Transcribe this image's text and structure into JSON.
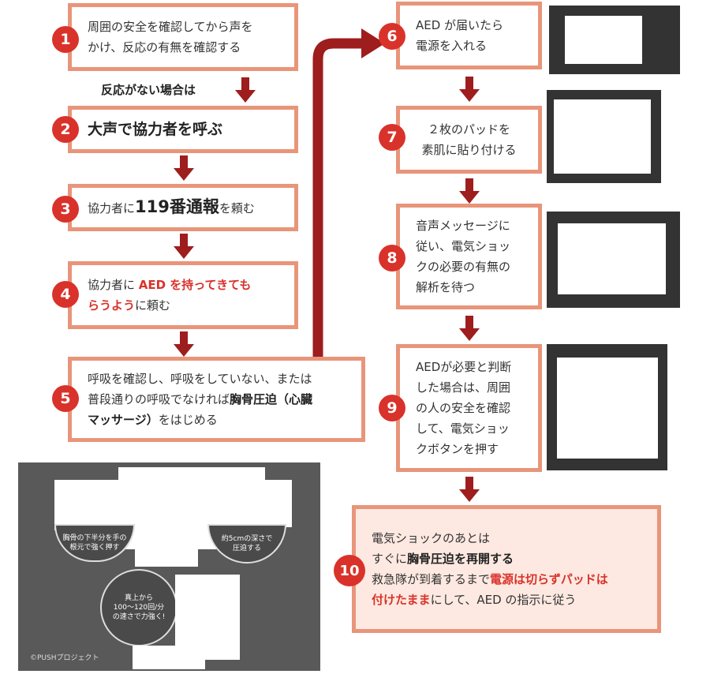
{
  "steps": [
    {
      "n": "1",
      "l1": "周囲の安全を確認してから声を",
      "l2": "かけ、反応の有無を確認する"
    },
    {
      "n": "2",
      "text": "大声で協力者を呼ぶ"
    },
    {
      "n": "3",
      "pre": "協力者に",
      "bold": "119番通報",
      "post": "を頼む"
    },
    {
      "n": "4",
      "pre": "協力者に ",
      "hl1": "AED を持ってきても",
      "hl2": "らうよう",
      "post": "に頼む"
    },
    {
      "n": "5",
      "l1": "呼吸を確認し、呼吸をしていない、または",
      "l2pre": "普段通りの呼吸でなければ",
      "l2bold": "胸骨圧迫（心臓",
      "l3bold": "マッサージ）",
      "l3post": "をはじめる"
    },
    {
      "n": "6",
      "l1": "AED が届いたら",
      "l2": "電源を入れる"
    },
    {
      "n": "7",
      "l1": "２枚のパッドを",
      "l2": "素肌に貼り付ける"
    },
    {
      "n": "8",
      "l1": "音声メッセージに",
      "l2": "従い、電気ショッ",
      "l3": "クの必要の有無の",
      "l4": "解析を待つ"
    },
    {
      "n": "9",
      "l1": "AEDが必要と判断",
      "l2": "した場合は、周囲",
      "l3": "の人の安全を確認",
      "l4": "して、電気ショッ",
      "l5": "クボタンを押す"
    },
    {
      "n": "10",
      "l1": "電気ショックのあとは",
      "l2pre": "すぐに",
      "l2bold": "胸骨圧迫を再開する",
      "l3pre": "救急隊が到着するまで",
      "l3hl": "電源は切らずパッドは",
      "l4hl": "付けたまま",
      "l4post": "にして、AED の指示に従う"
    }
  ],
  "no_response_label": "反応がない場合は",
  "illustration": {
    "bubble_left_l1": "胸骨の下半分を手の",
    "bubble_left_l2": "根元で強く押す",
    "bubble_right_pre": "約",
    "bubble_right_num": "5cm",
    "bubble_right_post": "の深さで",
    "bubble_right_l2": "圧迫する",
    "bubble_bottom_l1": "真上から",
    "bubble_bottom_l2": "100～120回/分",
    "bubble_bottom_l3": "の速さで力強く!",
    "copyright": "©PUSHプロジェクト"
  },
  "colors": {
    "accent_red": "#d9322a",
    "border_salmon": "#e8957a",
    "arrow_dark_red": "#9e1d1d",
    "box10_bg": "#fde9e1"
  }
}
